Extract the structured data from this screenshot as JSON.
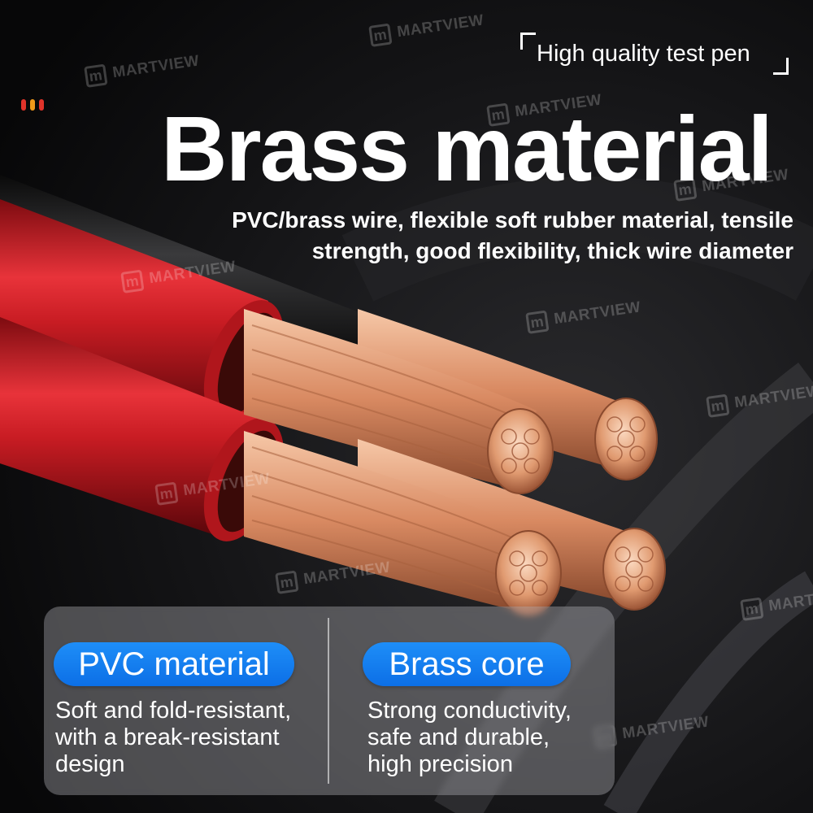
{
  "tag_text": "High quality test pen",
  "headline": "Brass material",
  "description": "PVC/brass wire, flexible soft rubber material, tensile strength, good flexibility, thick wire diameter",
  "watermark": {
    "logo": "m",
    "text": "MARTVIEW"
  },
  "indicator_dots": [
    "#e0332a",
    "#f29a1a",
    "#e0332a"
  ],
  "features": [
    {
      "title": "PVC material",
      "desc_lines": [
        "Soft and fold-resistant,",
        "with a break-resistant",
        "design"
      ]
    },
    {
      "title": "Brass core",
      "desc_lines": [
        "Strong conductivity,",
        "safe and durable,",
        "high precision"
      ]
    }
  ],
  "colors": {
    "accent_blue": "#1480f0",
    "wire_red": "#d8242a",
    "copper": "#d98a62",
    "background": "#0d0d0e"
  }
}
